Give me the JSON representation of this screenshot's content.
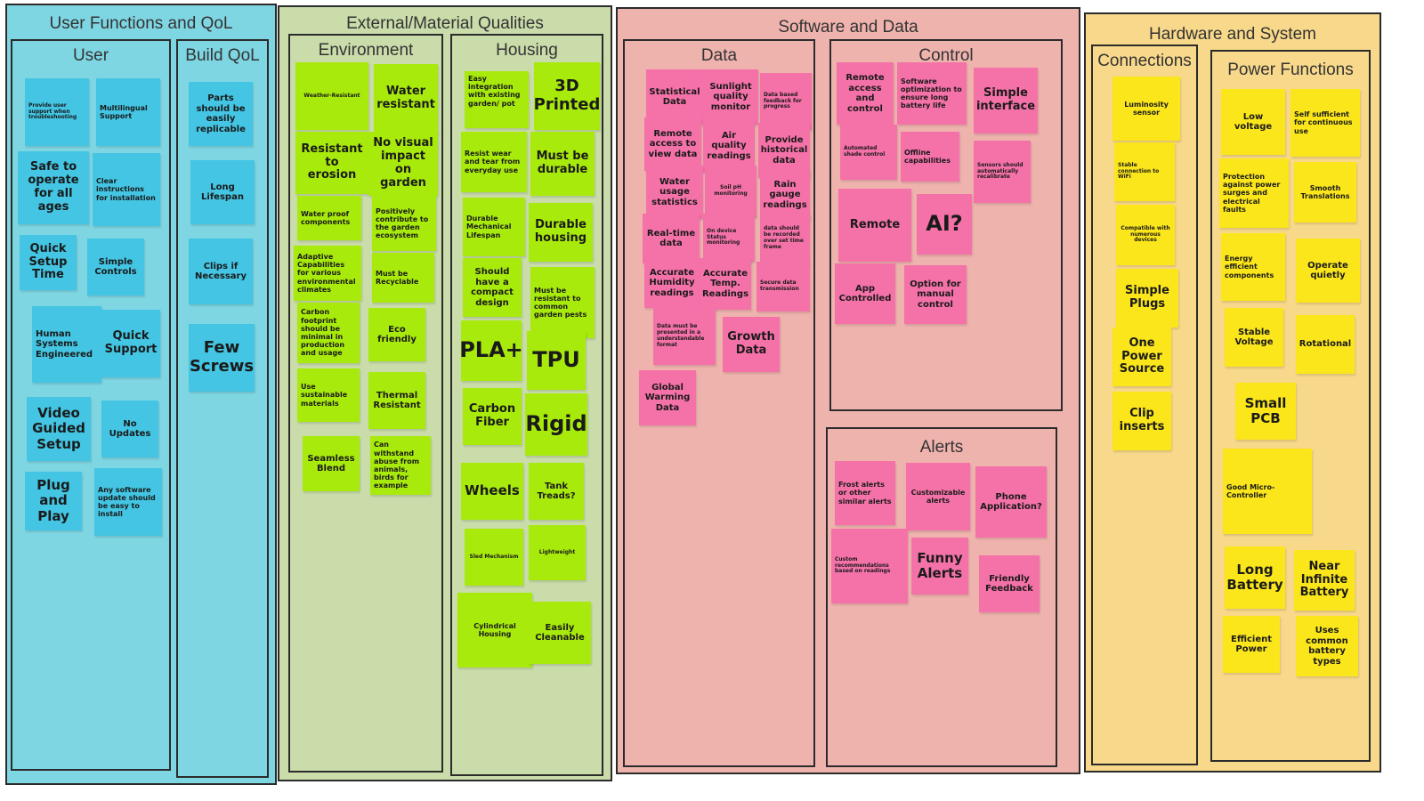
{
  "panels": {
    "user_functions": {
      "title": "User Functions and QoL",
      "color": "#7fd6e3"
    },
    "external": {
      "title": "External/Material Qualities",
      "color": "#c9dcaa"
    },
    "software": {
      "title": "Software and Data",
      "color": "#efb3ae"
    },
    "hardware": {
      "title": "Hardware and System",
      "color": "#f8d88a"
    }
  },
  "subsections": {
    "user": "User",
    "build_qol": "Build QoL",
    "environment": "Environment",
    "housing": "Housing",
    "data": "Data",
    "control": "Control",
    "alerts": "Alerts",
    "connections": "Connections",
    "power_functions": "Power Functions"
  },
  "notes": {
    "user": [
      "Provide user support when troubleshooting",
      "Multilingual Support",
      "Safe to operate for all ages",
      "Clear instructions for installation",
      "Quick Setup Time",
      "Simple Controls",
      "Human Systems Engineered",
      "Quick Support",
      "Video Guided Setup",
      "No Updates",
      "Plug and Play",
      "Any software update should be easy to install"
    ],
    "build_qol": [
      "Parts should be easily replicable",
      "Long Lifespan",
      "Clips if Necessary",
      "Few Screws"
    ],
    "environment": [
      "Weather-Resistant",
      "Water resistant",
      "Resistant to erosion",
      "No visual impact on garden",
      "Water proof components",
      "Positively contribute to the garden ecosystem",
      "Adaptive Capabilities for various environmental climates",
      "Must be Recyclable",
      "Carbon footprint should be minimal in production and usage",
      "Eco friendly",
      "Use sustainable materials",
      "Thermal Resistant",
      "Seamless Blend",
      "Can withstand abuse from animals, birds for example"
    ],
    "housing": [
      "Easy integration with existing garden/ pot",
      "3D Printed",
      "Resist wear and tear from everyday use",
      "Must be durable",
      "Durable Mechanical Lifespan",
      "Durable housing",
      "Should have a compact design",
      "Must be resistant to common garden pests",
      "PLA+",
      "TPU",
      "Carbon Fiber",
      "Rigid",
      "Wheels",
      "Tank Treads?",
      "Sled Mechanism",
      "Lightweight",
      "Cylindrical Housing",
      "Easily Cleanable"
    ],
    "data": [
      "Statistical Data",
      "Sunlight quality monitor",
      "Data based feedback for progress",
      "Remote access to view data",
      "Air quality readings",
      "Provide historical data",
      "Water usage statistics",
      "Soil pH monitoring",
      "Rain gauge readings",
      "Real-time data",
      "On device Status monitoring",
      "data should be recorded over set time frame",
      "Accurate Humidity readings",
      "Accurate Temp. Readings",
      "Secure data transmission",
      "Data must be presented in a understandable format",
      "Growth Data",
      "Global Warming Data"
    ],
    "control": [
      "Remote access and control",
      "Software optimization to ensure long battery life",
      "Simple interface",
      "Automated shade control",
      "Offline capabilities",
      "Sensors should automatically recalibrate",
      "Remote",
      "AI?",
      "App Controlled",
      "Option for manual control"
    ],
    "alerts": [
      "Frost alerts or other similar alerts",
      "Customizable alerts",
      "Phone Application?",
      "Custom recommendations based on readings",
      "Funny Alerts",
      "Friendly Feedback"
    ],
    "connections": [
      "Luminosity sensor",
      "Stable connection to WiFi",
      "Compatible with numerous devices",
      "Simple Plugs",
      "One Power Source",
      "Clip inserts"
    ],
    "power": [
      "Low voltage",
      "Self sufficient for continuous use",
      "Protection against power surges and electrical faults",
      "Smooth Translations",
      "Energy efficient components",
      "Operate quietly",
      "Stable Voltage",
      "Rotational",
      "Small PCB",
      "Good Micro-Controller",
      "Long Battery",
      "Near Infinite Battery",
      "Efficient Power",
      "Uses common battery types"
    ]
  },
  "note_colors": {
    "cyan": "#43c5e3",
    "green": "#a8ea0b",
    "pink": "#f572a9",
    "yellow": "#fbe61b"
  }
}
